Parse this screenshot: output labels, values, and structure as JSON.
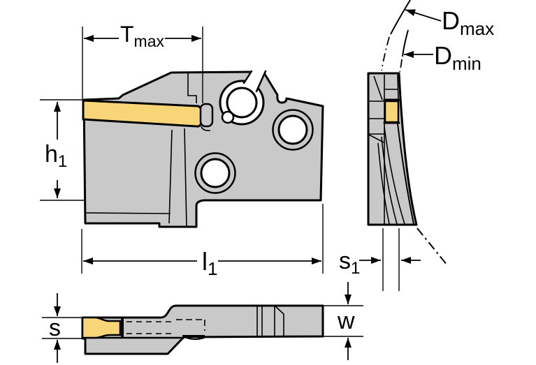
{
  "drawing": {
    "colors": {
      "background": "#ffffff",
      "body": "#c9c9c9",
      "insert": "#f8d577",
      "hole": "#ffffff",
      "outline": "#000000",
      "text": "#000000"
    },
    "dimensions": {
      "t_max": {
        "base": "T",
        "sub": "max"
      },
      "h1": {
        "base": "h",
        "sub": "1"
      },
      "l1": {
        "base": "l",
        "sub": "1"
      },
      "s": {
        "base": "s"
      },
      "s1": {
        "base": "s",
        "sub": "1"
      },
      "w": {
        "base": "w"
      },
      "d_max": {
        "base": "D",
        "sub": "max"
      },
      "d_min": {
        "base": "D",
        "sub": "min"
      }
    }
  }
}
